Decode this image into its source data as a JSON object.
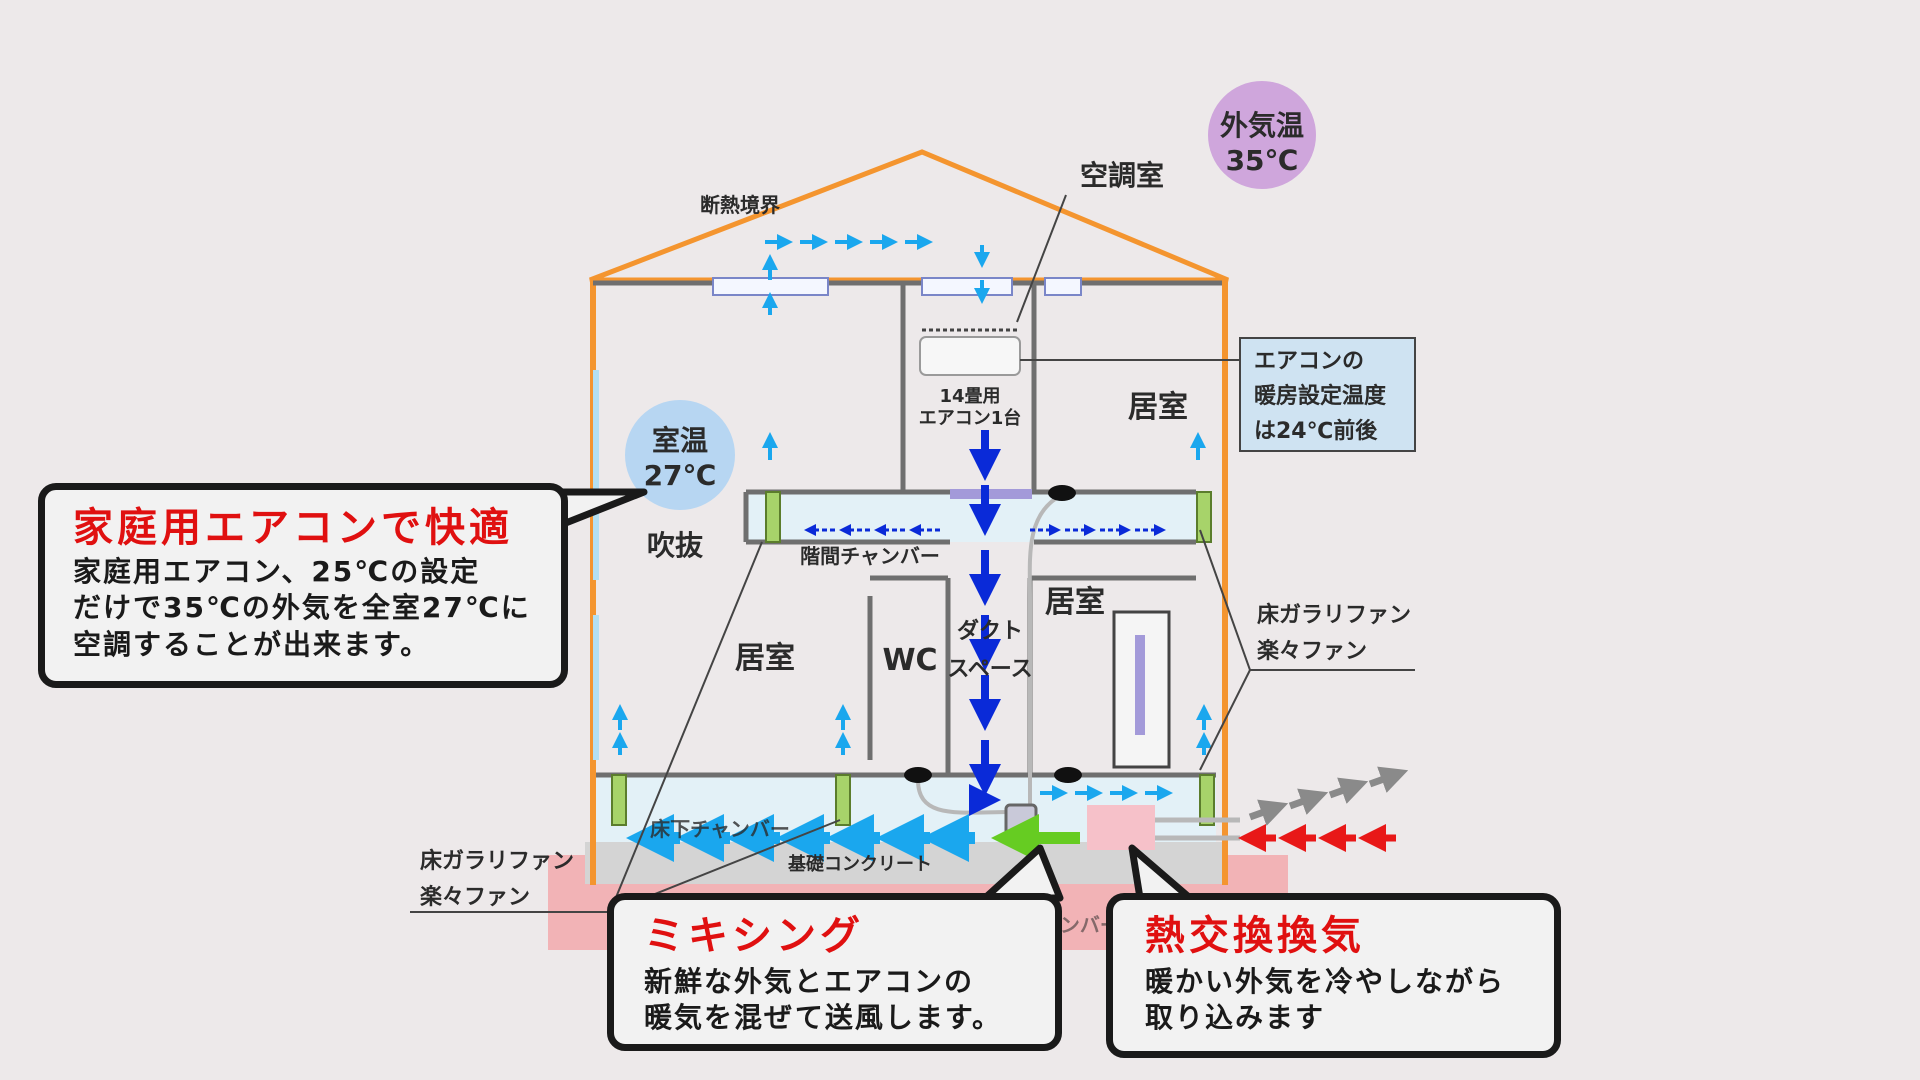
{
  "labels": {
    "outside_temp_1": "外気温",
    "outside_temp_2": "35℃",
    "ac_room": "空調室",
    "insulation_boundary": "断熱境界",
    "ac_setting_1": "エアコンの",
    "ac_setting_2": "暖房設定温度",
    "ac_setting_3": "は24℃前後",
    "ac_unit_1": "14畳用",
    "ac_unit_2": "エアコン1台",
    "room_top_right": "居室",
    "room_temp_1": "室温",
    "room_temp_2": "27℃",
    "atrium": "吹抜",
    "inter_floor_chamber": "階間チャンバー",
    "duct_space_1": "ダクト",
    "duct_space_2": "スペース",
    "room_mid_right": "居室",
    "room_mid_left": "居室",
    "wc": "WC",
    "floor_fan_right_1": "床ガラリファン",
    "floor_fan_right_2": "楽々ファン",
    "floor_fan_left_1": "床ガラリファン",
    "floor_fan_left_2": "楽々ファン",
    "underfloor_chamber": "床下チャンバー",
    "foundation": "基礎コンクリート",
    "exhaust_chamber": "排気用チャンバー"
  },
  "callouts": {
    "comfort": {
      "title": "家庭用エアコンで快適",
      "line1": "家庭用エアコン、25℃の設定",
      "line2": "だけで35℃の外気を全室27℃に",
      "line3": "空調することが出来ます。"
    },
    "mixing": {
      "title": "ミキシング",
      "line1": "新鮮な外気とエアコンの",
      "line2": "暖気を混ぜて送風します。"
    },
    "heat_exchange": {
      "title": "熱交換換気",
      "line1": "暖かい外気を冷やしながら",
      "line2": "取り込みます"
    }
  },
  "colors": {
    "roof_wall": "#f4952f",
    "supply_air": "#0a2ad8",
    "circulation_air": "#1aa7ee",
    "fresh_air_in": "#e81818",
    "exhaust_air": "#8a8a8a",
    "mixing": "#66cc22",
    "callout_title": "#e01010",
    "temp_circle_outside": "#cfa6dc",
    "temp_circle_room": "#b7d6f2"
  }
}
